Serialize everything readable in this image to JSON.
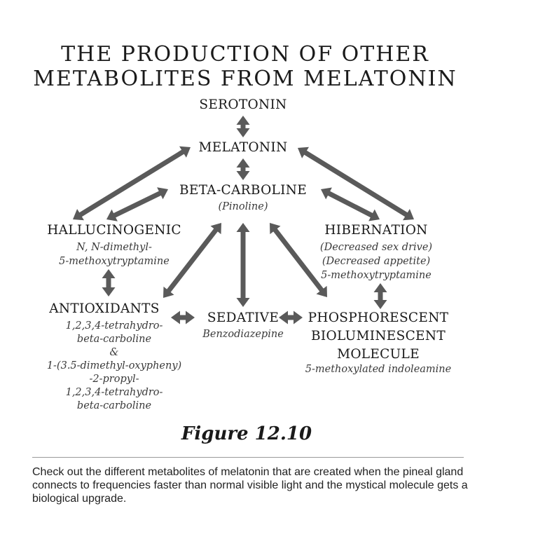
{
  "title": {
    "line1": "THE PRODUCTION OF OTHER",
    "line2": "METABOLITES FROM MELATONIN"
  },
  "nodes": {
    "serotonin": "SEROTONIN",
    "melatonin": "MELATONIN",
    "beta_carboline": {
      "label": "BETA-CARBOLINE",
      "sub": "(Pinoline)"
    },
    "hallucinogenic": {
      "label": "HALLUCINOGENIC",
      "sub": [
        "N, N-dimethyl-",
        "5-methoxytryptamine"
      ]
    },
    "hibernation": {
      "label": "HIBERNATION",
      "sub": [
        "(Decreased sex drive)",
        "(Decreased appetite)",
        "5-methoxytryptamine"
      ]
    },
    "antioxidants": {
      "label": "ANTIOXIDANTS",
      "sub": [
        "1,2,3,4-tetrahydro-",
        "beta-carboline",
        "&",
        "1-(3.5-dimethyl-oxypheny)",
        "-2-propyl-",
        "1,2,3,4-tetrahydro-",
        "beta-carboline"
      ]
    },
    "sedative": {
      "label": "SEDATIVE",
      "sub": "Benzodiazepine"
    },
    "phosphorescent": {
      "label": [
        "PHOSPHORESCENT",
        "BIOLUMINESCENT",
        "MOLECULE"
      ],
      "sub": "5-methoxylated indoleamine"
    }
  },
  "figure_label": "Figure 12.10",
  "caption": "Check out the different metabolites of melatonin that are created when the pineal gland connects to frequencies faster than normal visible light and the mystical molecule gets a biological upgrade.",
  "colors": {
    "arrow": "#5a5a5a",
    "text": "#1a1a1a"
  }
}
